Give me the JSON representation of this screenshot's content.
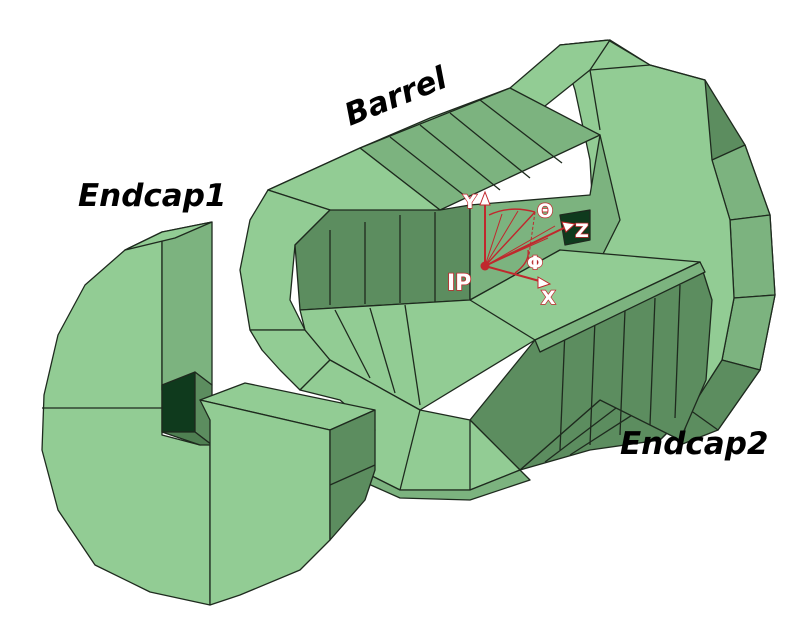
{
  "labels": {
    "barrel": "Barrel",
    "endcap1": "Endcap1",
    "endcap2": "Endcap2",
    "ip": "IP"
  },
  "axes": {
    "x": "X",
    "y": "Y",
    "z": "Z",
    "theta": "Θ",
    "phi": "Φ"
  },
  "colors": {
    "light_face": "#92cc94",
    "mid_face": "#7cb37f",
    "dark_face": "#5c8d5f",
    "inner_dark": "#0f3a1d",
    "edge": "#1e2a1e",
    "axis_red": "#c0282d"
  }
}
